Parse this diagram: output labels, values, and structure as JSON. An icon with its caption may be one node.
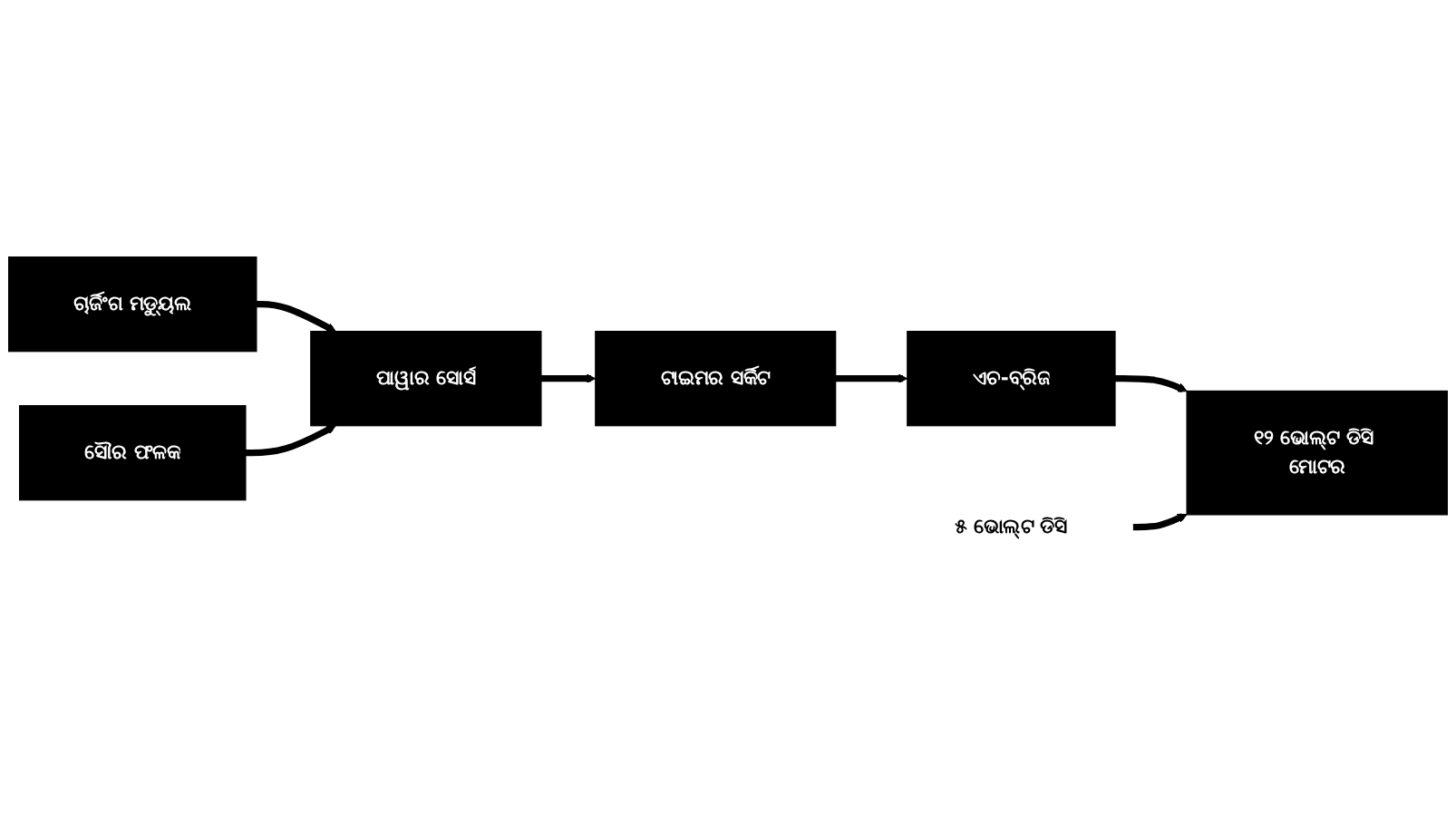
{
  "diagram": {
    "nodes": [
      {
        "text": [
          "ଚାର୍ଜିଂଗ ମଡ୍ୟୁଲ"
        ]
      },
      {
        "text": [
          "୫ ଭୋଲ୍ଟ ଡିସି"
        ]
      },
      {
        "text": [
          "ପାୱାର ସୋର୍ସ"
        ]
      },
      {
        "text": [
          "ଟାଇମର ସର୍କିଟ"
        ]
      },
      {
        "text": [
          "ଏଚ-ବ୍ରିଜ"
        ]
      },
      {
        "text": [
          "୧୨ ଭୋଲ୍ଟ ଡିସି ମୋଟର"
        ]
      },
      {
        "text": [
          "ସୌର ଫଳକ"
        ]
      }
    ],
    "edges": [
      {
        "from": 0,
        "to": 2,
        "arrow": "to"
      },
      {
        "from": 6,
        "to": 2,
        "arrow": "to"
      },
      {
        "from": 2,
        "to": 3,
        "arrow": "to"
      },
      {
        "from": 3,
        "to": 4,
        "arrow": "to"
      },
      {
        "from": 4,
        "to": 5,
        "arrow": "to"
      },
      {
        "from": 1,
        "to": 5,
        "arrow": "to"
      }
    ]
  }
}
